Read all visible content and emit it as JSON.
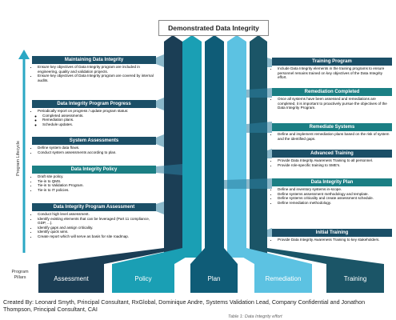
{
  "title": "Demonstrated Data Integrity",
  "axis_label": "Program Lifecycle",
  "pillars_label": "Program\nPillars",
  "pillars": [
    {
      "label": "Assessment",
      "color": "#1b3e55"
    },
    {
      "label": "Policy",
      "color": "#1a9fb4"
    },
    {
      "label": "Plan",
      "color": "#0f5c77"
    },
    {
      "label": "Remediation",
      "color": "#5cc2e2"
    },
    {
      "label": "Training",
      "color": "#1b5567"
    }
  ],
  "left_boxes": [
    {
      "heading": "Maintaining Data Integrity",
      "style": "dark",
      "items": [
        {
          "text": "Ensure key objectives of Data Integrity program are included in engineering, quality and validation projects."
        },
        {
          "text": "Ensure key objectives of Data Integrity program are covered by internal audits."
        }
      ]
    },
    {
      "heading": "Data Integrity Program Progress",
      "style": "dark",
      "items": [
        {
          "text": "Periodically report on progress / update program status:",
          "sub": [
            "Completed assessments.",
            "Remediation plans.",
            "Schedule updates."
          ]
        }
      ]
    },
    {
      "heading": "System Assessments",
      "style": "dark",
      "items": [
        {
          "text": "Define system data flows."
        },
        {
          "text": "Conduct system assessments according to plan."
        }
      ]
    },
    {
      "heading": "Data Integrity Policy",
      "style": "teal",
      "items": [
        {
          "text": "Draft site policy."
        },
        {
          "text": "Tie-in to QMS."
        },
        {
          "text": "Tie-in to Validation Program."
        },
        {
          "text": "Tie-in to IT policies."
        }
      ]
    },
    {
      "heading": "Data Integrity Program Assessment",
      "style": "dark",
      "items": [
        {
          "text": "Conduct high level assessment."
        },
        {
          "text": "Identify existing elements that can be leveraged (Part 11 compliance, GDP, ...)."
        },
        {
          "text": "Identify gaps and assign criticality."
        },
        {
          "text": "Identify quick wins."
        },
        {
          "text": "Create report which will serve as basis for site roadmap."
        }
      ]
    }
  ],
  "right_boxes": [
    {
      "heading": "Training Program",
      "style": "dark",
      "items": [
        {
          "text": "Include Data Integrity elements in the training programs to ensure personnel remains trained on key objectives of the Data Integrity effort."
        }
      ]
    },
    {
      "heading": "Remediation Completed",
      "style": "teal",
      "items": [
        {
          "text": "Once all systems have been assessed and remediations are completed, it is important to proactively pursue the objectives of the Data Integrity Program."
        }
      ]
    },
    {
      "heading": "Remediate Systems",
      "style": "teal",
      "items": [
        {
          "text": "Define and implement remediation plans based on the risk of system and the identified gaps."
        }
      ]
    },
    {
      "heading": "Advanced Training",
      "style": "dark",
      "items": [
        {
          "text": "Provide Data Integrity Awareness Training to all personnel."
        },
        {
          "text": "Provide role-specific training to SME's."
        }
      ]
    },
    {
      "heading": "Data Integrity Plan",
      "style": "teal",
      "items": [
        {
          "text": "Define and inventory systems in-scope."
        },
        {
          "text": "Define systems assessment methodology and template."
        },
        {
          "text": "Define systems criticality and create assessment schedule."
        },
        {
          "text": "Define remediation methodology."
        }
      ]
    },
    {
      "heading": "Initial Training",
      "style": "dark",
      "items": [
        {
          "text": "Provide Data Integrity Awareness Training to key stakeholders."
        }
      ]
    }
  ],
  "credits": "Created By: Leonard Smyth, Principal Consultant, RxGlobal, Dominique Andre, Systems Validation Lead, Company Confidential and Jonathon Thompson, Principal Consultant, CAI",
  "fragment": "Table 1: Data Integrity effort"
}
